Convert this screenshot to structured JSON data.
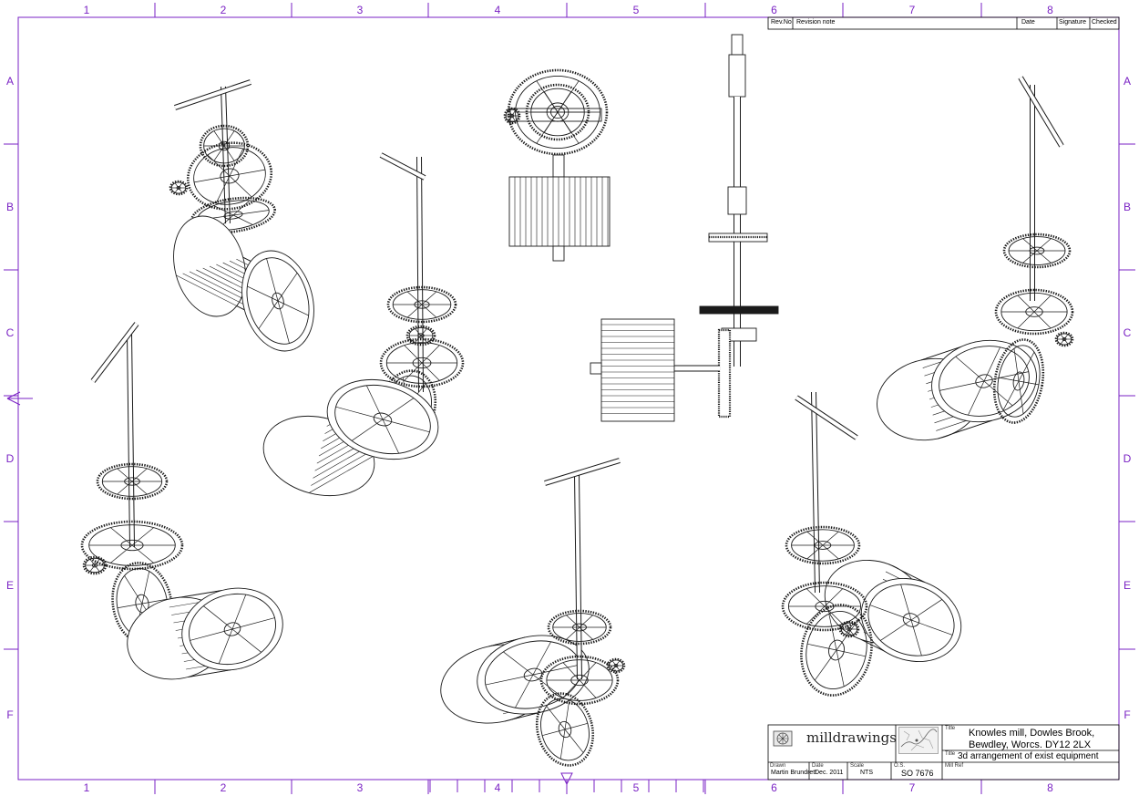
{
  "sheet": {
    "column_zones": [
      "1",
      "2",
      "3",
      "4",
      "5",
      "6",
      "7",
      "8"
    ],
    "row_zones": [
      "A",
      "B",
      "C",
      "D",
      "E",
      "F"
    ],
    "line_color": "#7a22c4"
  },
  "revision_table": {
    "rev_no_label": "Rev.No",
    "revision_note_label": "Revision note",
    "date_label": "Date",
    "signature_label": "Signature",
    "checked_label": "Checked"
  },
  "title_block": {
    "brand": "milldrawings",
    "title_label": "Title",
    "project_line1": "Knowles mill, Dowles Brook,",
    "project_line2": "Bewdley, Worcs. DY12 2LX",
    "subtitle_label": "Title",
    "drawing_title": "3d arrangement of exist equipment",
    "drawn_label": "Drawn",
    "drawn_by": "Martin Brundrett",
    "date_label": "Date",
    "date": "Dec. 2011",
    "scale_label": "Scale",
    "scale": "NTS",
    "os_label": "O.S.",
    "os_ref": "SO 7676",
    "mill_ref_label": "Mill Ref",
    "mill_ref": ""
  }
}
